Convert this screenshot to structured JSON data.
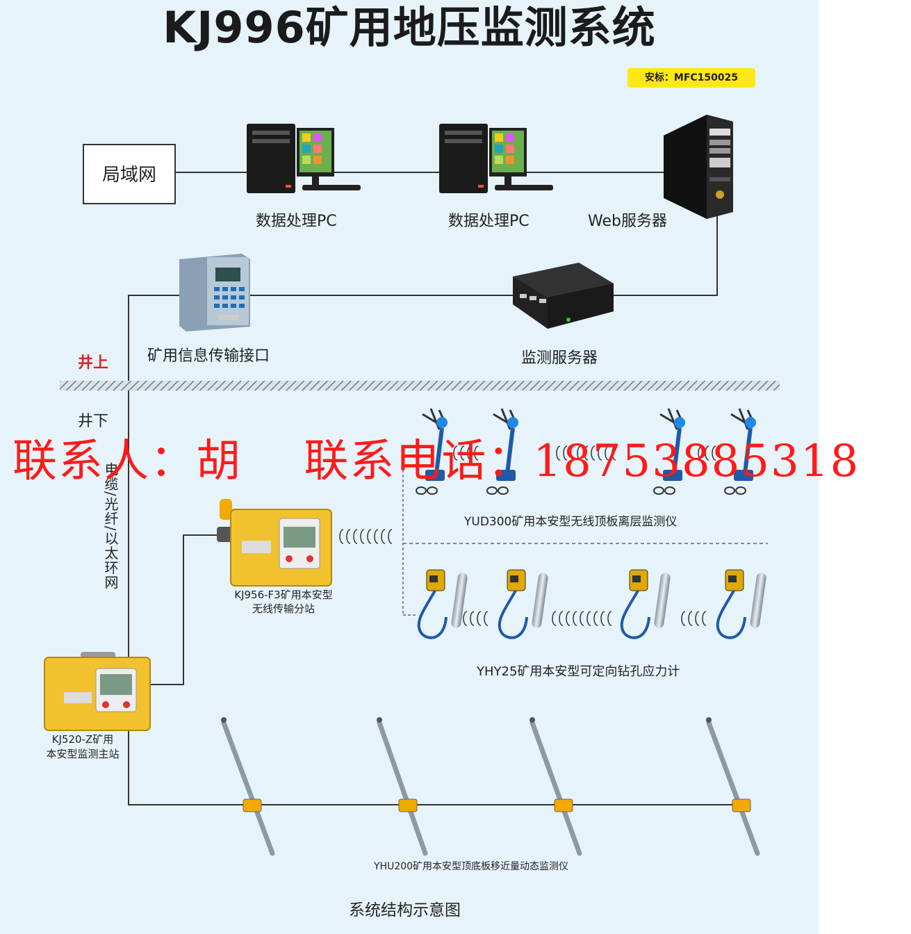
{
  "title": "KJ996矿用地压监测系统",
  "badge": "安标：MFC150025",
  "lan_label": "局域网",
  "pc1_label": "数据处理PC",
  "pc2_label": "数据处理PC",
  "web_server_label": "Web服务器",
  "interface_label": "矿用信息传输接口",
  "monitor_server_label": "监测服务器",
  "above_ground": "井上",
  "below_ground": "井下",
  "cable_label": "电缆/光纤/以太环网",
  "substation_label": "KJ956-F3矿用本安型\n无线传输分站",
  "yud_label": "YUD300矿用本安型无线顶板离层监测仪",
  "yhy_label": "YHY25矿用本安型可定向钻孔应力计",
  "main_station_label": "KJ520-Z矿用\n本安型监测主站",
  "yhu_label": "YHU200矿用本安型顶底板移近量动态监测仪",
  "caption": "系统结构示意图",
  "watermark": "联系人：胡    联系电话：18753885318",
  "colors": {
    "background": "#e6f3fa",
    "badge": "#ffe716",
    "station": "#f2c12e",
    "sensor_blue": "#1f5aa8",
    "watermark": "#ff1a1a",
    "above_ground": "#e02020"
  },
  "icons": [
    "desktop-pc-icon",
    "server-tower-icon",
    "interface-box-icon",
    "mini-server-icon",
    "station-box-icon",
    "anchor-sensor-icon",
    "stress-gauge-icon",
    "displacement-rod-icon",
    "wireless-signal-icon"
  ]
}
